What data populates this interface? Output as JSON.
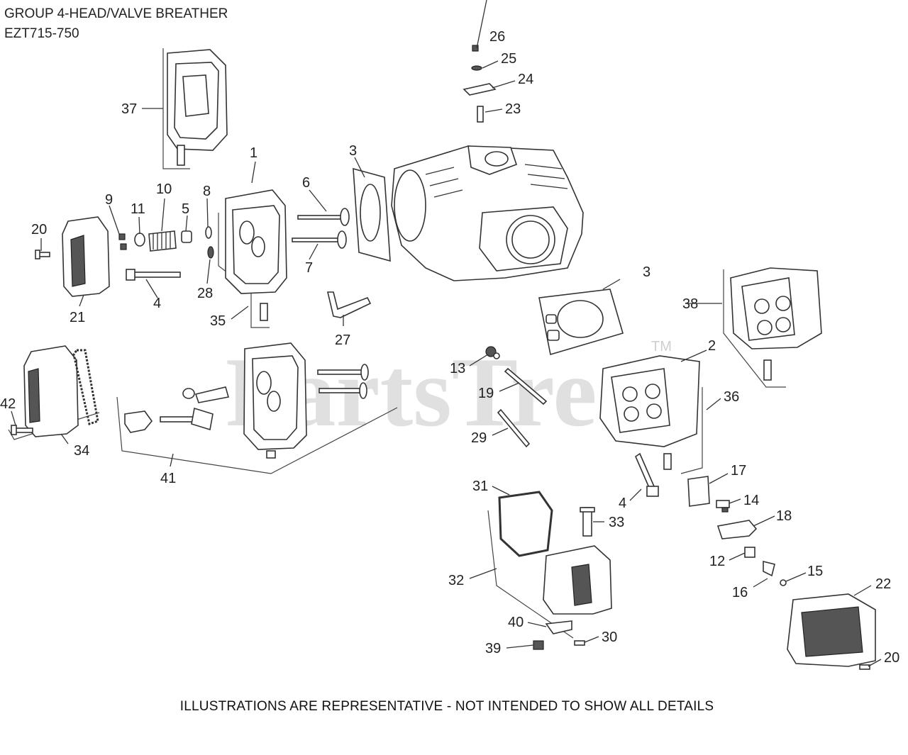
{
  "header": {
    "title": "GROUP 4-HEAD/VALVE BREATHER",
    "model": "EZT715-750"
  },
  "watermark": {
    "text": "PartsTree",
    "trademark": "TM"
  },
  "footer": {
    "note": "ILLUSTRATIONS ARE REPRESENTATIVE - NOT INTENDED TO SHOW ALL DETAILS"
  },
  "callouts": {
    "c1": "1",
    "c2": "2",
    "c3a": "3",
    "c3b": "3",
    "c4a": "4",
    "c4b": "4",
    "c5": "5",
    "c6": "6",
    "c7": "7",
    "c8": "8",
    "c9": "9",
    "c10": "10",
    "c11": "11",
    "c12": "12",
    "c13": "13",
    "c14": "14",
    "c15": "15",
    "c16": "16",
    "c17": "17",
    "c18": "18",
    "c19": "19",
    "c20a": "20",
    "c20b": "20",
    "c21": "21",
    "c22": "22",
    "c23": "23",
    "c24": "24",
    "c25": "25",
    "c26": "26",
    "c27": "27",
    "c28": "28",
    "c29": "29",
    "c30": "30",
    "c31": "31",
    "c32": "32",
    "c33": "33",
    "c34": "34",
    "c35": "35",
    "c36": "36",
    "c37": "37",
    "c38": "38",
    "c39": "39",
    "c40": "40",
    "c41": "41",
    "c42": "42"
  },
  "colors": {
    "line": "#333333",
    "watermark": "#d6d6d6",
    "background": "#ffffff"
  }
}
